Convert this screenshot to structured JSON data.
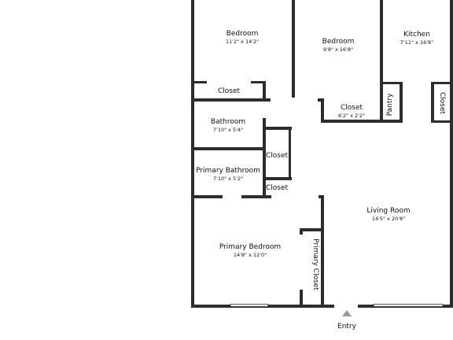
{
  "rooms": {
    "bedroom_1": {
      "name": "Bedroom",
      "dims": "11'2\" x 14'2\""
    },
    "bedroom_2": {
      "name": "Bedroom",
      "dims": "9'8\" x 16'8\""
    },
    "kitchen": {
      "name": "Kitchen",
      "dims": "7'11\" x 16'8\""
    },
    "closet_bedroom": {
      "name": "Closet"
    },
    "closet_hall": {
      "name": "Closet",
      "dims": "6'2\" x 2'2\""
    },
    "pantry": {
      "name": "Pantry"
    },
    "closet_kitchen": {
      "name": "Closet"
    },
    "bathroom": {
      "name": "Bathroom",
      "dims": "7'10\" x 5'4\""
    },
    "closet_mid": {
      "name": "Closet"
    },
    "primary_bathroom": {
      "name": "Primary Bathroom",
      "dims": "7'10\" x 5'2\""
    },
    "closet_small": {
      "name": "Closet"
    },
    "living_room": {
      "name": "Living Room",
      "dims": "14'5\" x 20'8\""
    },
    "primary_bedroom": {
      "name": "Primary Bedroom",
      "dims": "14'8\" x 12'0\""
    },
    "primary_closet": {
      "name": "Primary Closet"
    }
  },
  "entry": {
    "label": "Entry"
  }
}
